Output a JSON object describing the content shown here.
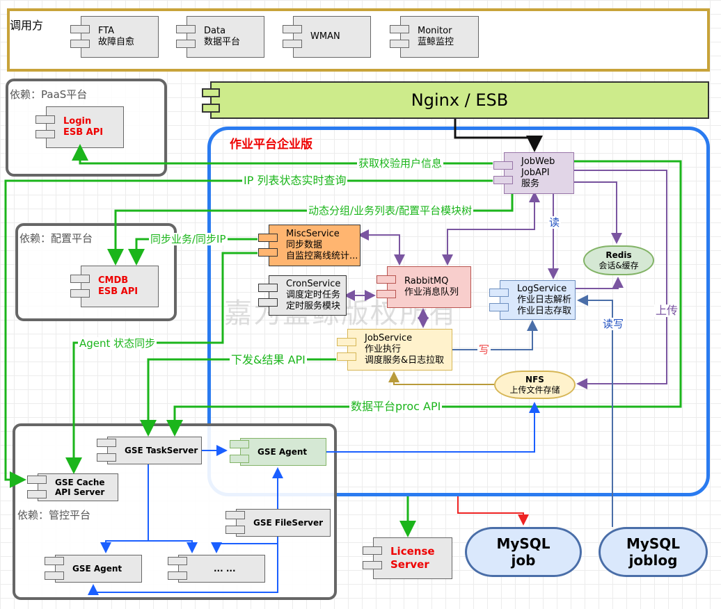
{
  "callers": {
    "title": "调用方",
    "items": [
      {
        "line1": "FTA",
        "line2": "故障自愈"
      },
      {
        "line1": "Data",
        "line2": "数据平台"
      },
      {
        "line1": "WMAN",
        "line2": ""
      },
      {
        "line1": "Monitor",
        "line2": "蓝鲸监控"
      }
    ]
  },
  "gateway": "Nginx / ESB",
  "paas": {
    "title": "依赖：PaaS平台",
    "component": {
      "line1": "Login",
      "line2": "ESB API"
    }
  },
  "cmdb": {
    "title": "依赖：配置平台",
    "component": {
      "line1": "CMDB",
      "line2": "ESB API"
    }
  },
  "job_platform": {
    "title": "作业平台企业版",
    "jobweb": [
      "JobWeb",
      "JobAPI",
      "服务"
    ],
    "misc": [
      "MiscService",
      "同步数据",
      "自监控离线统计..."
    ],
    "cron": [
      "CronService",
      "调度定时任务",
      "定时服务模块"
    ],
    "rabbitmq": [
      "RabbitMQ",
      "作业消息队列"
    ],
    "logservice": [
      "LogService",
      "作业日志解析",
      "作业日志存取"
    ],
    "redis": [
      "Redis",
      "会话&缓存"
    ],
    "jobservice": [
      "JobService",
      "作业执行",
      "调度服务&日志拉取"
    ],
    "nfs": [
      "NFS",
      "上传文件存储"
    ]
  },
  "watermark": "嘉为蓝鲸版权所有",
  "edge_labels": {
    "user_info": "获取校验用户信息",
    "ip_status": "IP 列表状态实时查询",
    "dynamic_group": "动态分组/业务列表/配置平台模块树",
    "sync": "同步业务/同步IP",
    "agent_sync": "Agent 状态同步",
    "dispatch": "下发&结果 API",
    "proc_api": "数据平台proc API",
    "read": "读",
    "write": "写",
    "upload": "上传",
    "read_write": "读写"
  },
  "gse": {
    "title": "依赖：管控平台",
    "taskserver": "GSE TaskServer",
    "agent_top": "GSE Agent",
    "cache": [
      "GSE Cache",
      "API Server"
    ],
    "fileserver": "GSE FileServer",
    "agent_bottom": "GSE Agent",
    "more": "... ..."
  },
  "license": [
    "License",
    "Server"
  ],
  "mysql_job": [
    "MySQL",
    "job"
  ],
  "mysql_joblog": [
    "MySQL",
    "joblog"
  ]
}
